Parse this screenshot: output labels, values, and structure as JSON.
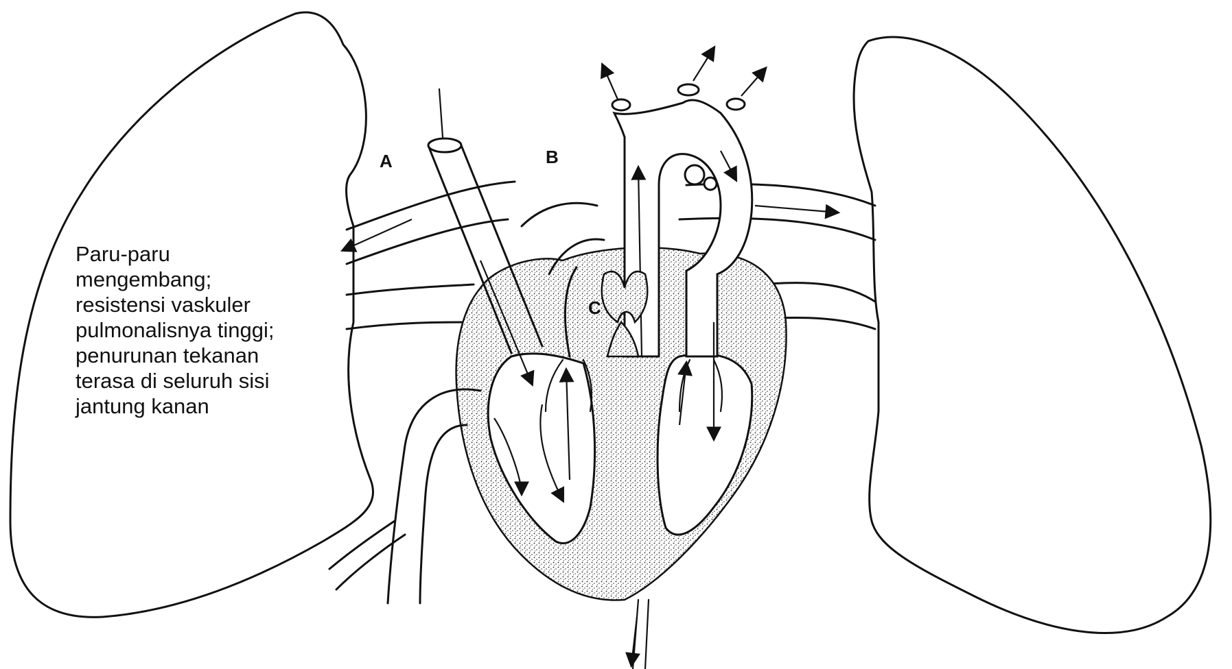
{
  "caption": "Paru-paru\nmengembang;\nresistensi vaskuler\npulmonalisnya tinggi;\npenurunan tekanan\nterasa di seluruh sisi\njantung kanan",
  "labels": {
    "a": "A",
    "b": "B",
    "c": "C"
  }
}
